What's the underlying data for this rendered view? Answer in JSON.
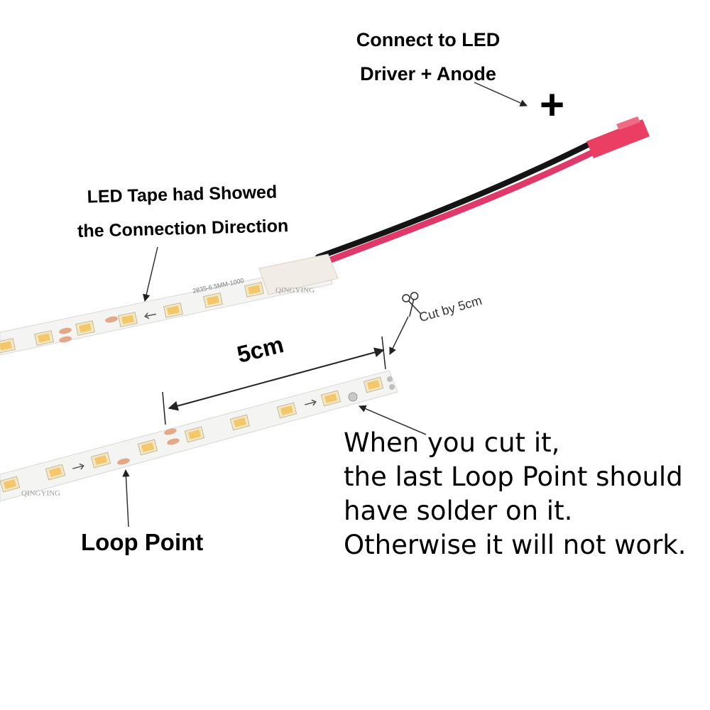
{
  "annotations": {
    "driver_line1": "Connect to LED",
    "driver_line2": "Driver + Anode",
    "plus_sign": "+",
    "tape_line1": "LED Tape had Showed",
    "tape_line2": "the Connection Direction",
    "dimension": "5cm",
    "cut_by": "Cut by 5cm",
    "loop_point": "Loop Point",
    "warning_line1": "When you cut it,",
    "warning_line2": "the last Loop Point should",
    "warning_line3": "have solder on it.",
    "warning_line4": "Otherwise it will not work."
  },
  "strip_print": {
    "model_code": "2835-6.5MM-1000",
    "watermark": "QINGYING"
  },
  "colors": {
    "background": "#ffffff",
    "pcb": "#f4f4f2",
    "led_body": "#f1e7c9",
    "led_phosphor": "#f4c76a",
    "solder_pad": "#e3a885",
    "wire_red": "#e03868",
    "wire_black": "#141414",
    "connector": "#ea3f63",
    "heat_shrink": "#f2ece6"
  },
  "icons": [
    "scissors-icon",
    "direction-arrow-icon"
  ]
}
